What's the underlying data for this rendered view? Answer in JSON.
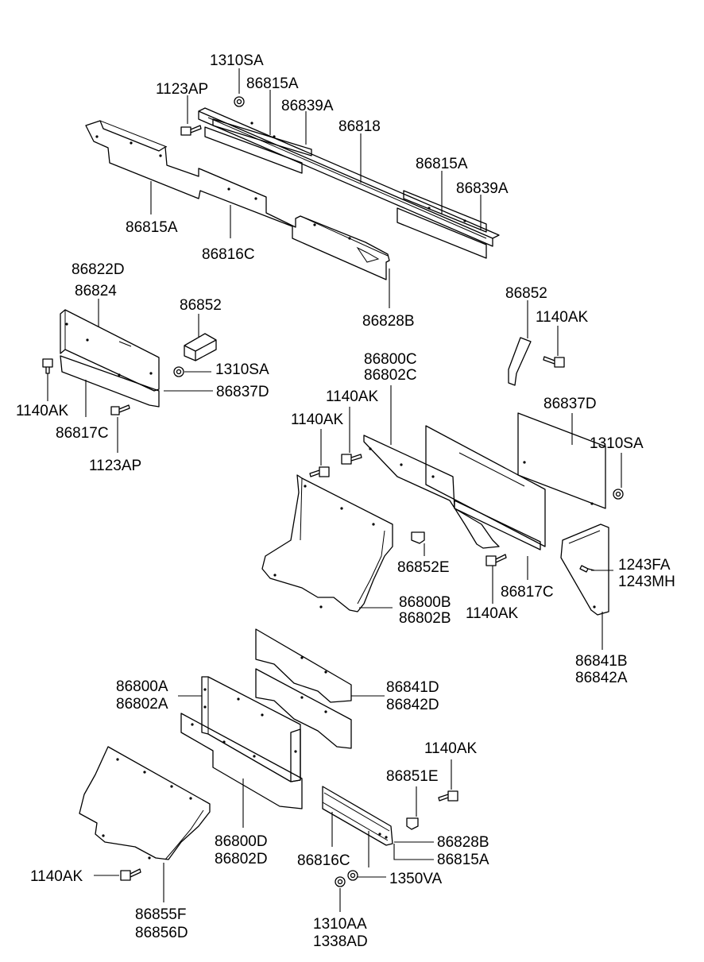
{
  "labels": {
    "l1310sa_top": "1310SA",
    "l1123ap_top": "1123AP",
    "l86815a_top": "86815A",
    "l86839a_top": "86839A",
    "l86818": "86818",
    "l86815a_right": "86815A",
    "l86839a_right": "86839A",
    "l86815a_left": "86815A",
    "l86816c_top": "86816C",
    "l86828b_top": "86828B",
    "l86822d": "86822D",
    "l86824": "86824",
    "l86852_left": "86852",
    "l1310sa_mid": "1310SA",
    "l86837d_left": "86837D",
    "l1140ak_left": "1140AK",
    "l86817c_left": "86817C",
    "l1123ap_left": "1123AP",
    "l86852_right": "86852",
    "l1140ak_right": "1140AK",
    "l86800c": "86800C",
    "l86802c": "86802C",
    "l1140ak_c1": "1140AK",
    "l1140ak_c2": "1140AK",
    "l86837d_right": "86837D",
    "l1310sa_right": "1310SA",
    "l86852e": "86852E",
    "l86800b": "86800B",
    "l86802b": "86802B",
    "l1140ak_c3": "1140AK",
    "l86817c_mid": "86817C",
    "l1243fa": "1243FA",
    "l1243mh": "1243MH",
    "l86841b": "86841B",
    "l86842a": "86842A",
    "l86800a": "86800A",
    "l86802a": "86802A",
    "l86841d": "86841D",
    "l86842d": "86842D",
    "l1140ak_bot_right": "1140AK",
    "l86851e": "86851E",
    "l86800d": "86800D",
    "l86802d": "86802D",
    "l86828b_bot": "86828B",
    "l86815a_bot": "86815A",
    "l86816c_bot": "86816C",
    "l1350va": "1350VA",
    "l1140ak_bot_left": "1140AK",
    "l86855f": "86855F",
    "l86856d": "86856D",
    "l1310aa": "1310AA",
    "l1338ad": "1338AD"
  }
}
